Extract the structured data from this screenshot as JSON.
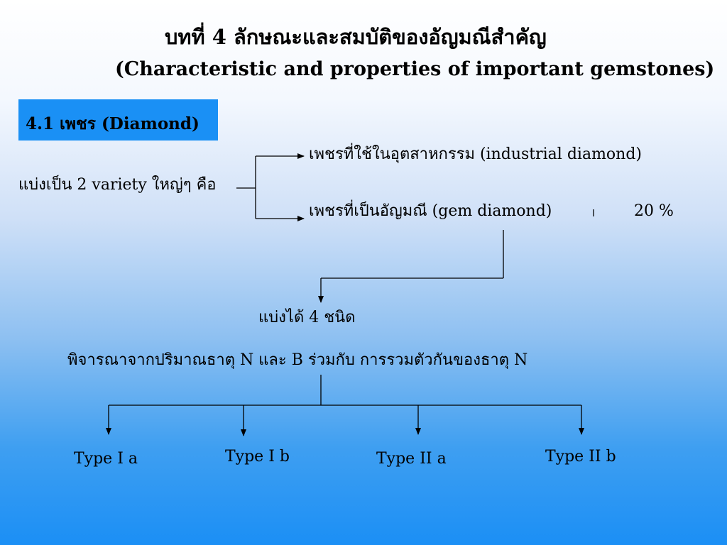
{
  "slide": {
    "title": "บทที่  4  ลักษณะและสมบัติของอัญมณีสำคัญ",
    "subtitle": "(Characteristic  and  properties  of  important  gemstones)",
    "section_label": "4.1  เพชร (Diamond)",
    "split_label": "แบ่งเป็น 2   variety  ใหญ่ๆ คือ",
    "branch_industrial": "เพชรที่ใช้ในอุตสาหกรรม (industrial diamond)",
    "branch_gem": "เพชรที่เป็นอัญมณี (gem  diamond)",
    "gem_percent": "20  %",
    "divide_label": "แบ่งได้   4  ชนิด",
    "criteria_label": "พิจารณาจากปริมาณธาตุ  N  และ B      ร่วมกับ    การรวมตัวกันของธาตุ   N",
    "types": [
      "Type  I a",
      "Type  I b",
      "Type  II a",
      "Type  II b"
    ]
  },
  "colors": {
    "section_box": "#1a90f5",
    "line": "#000000"
  }
}
